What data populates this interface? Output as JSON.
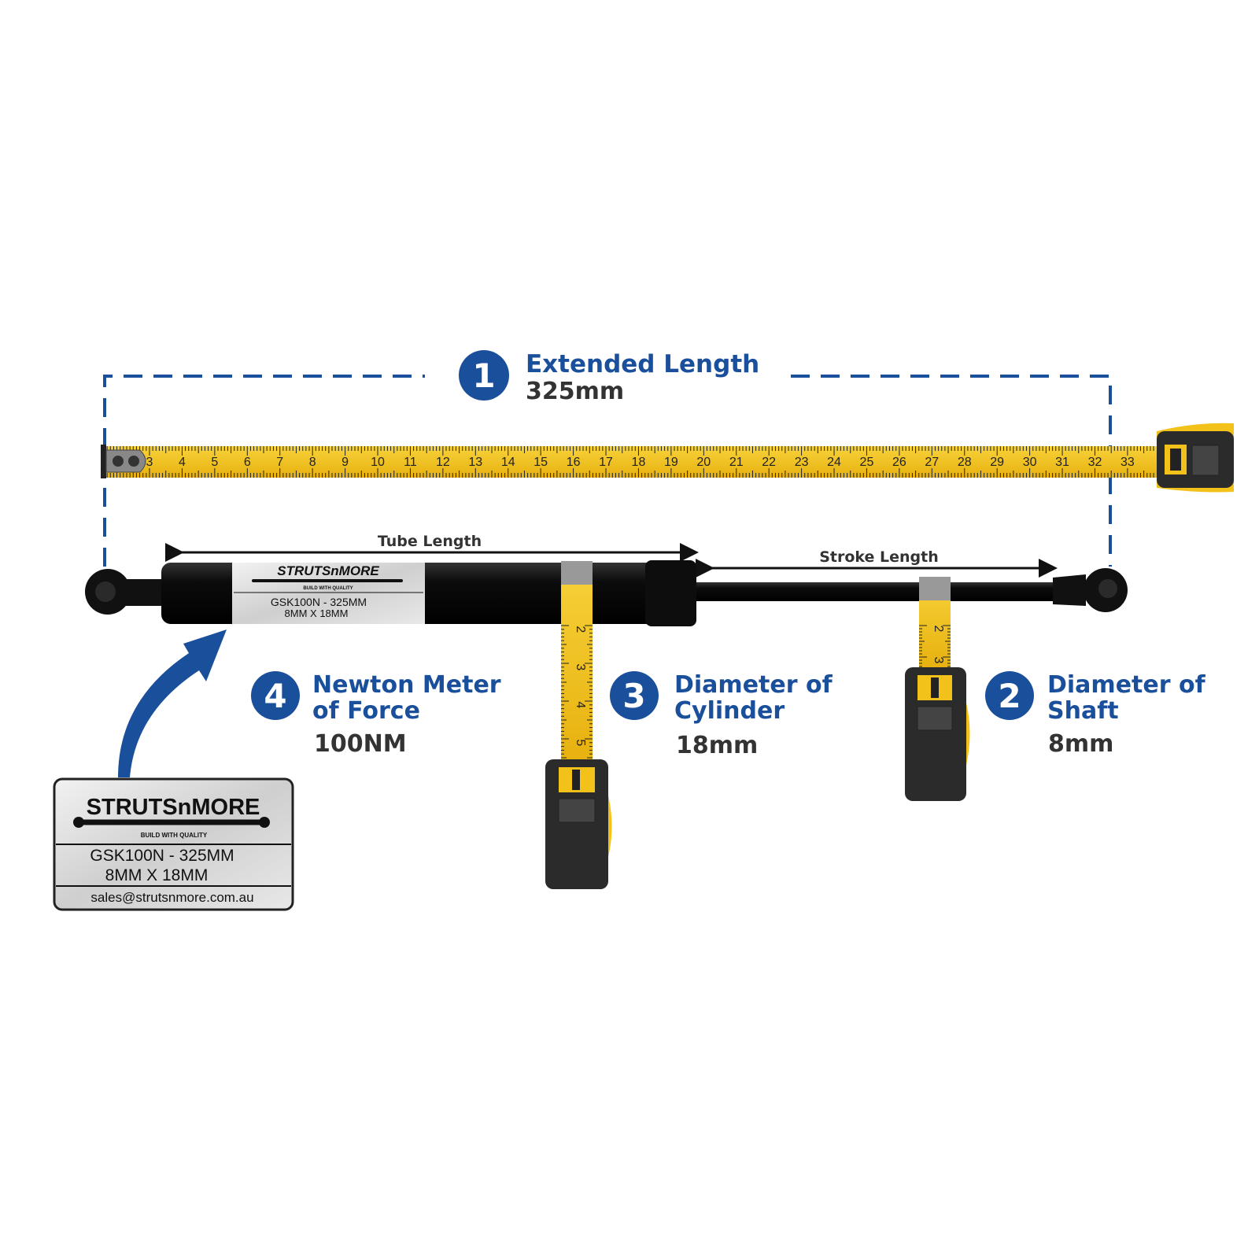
{
  "colors": {
    "accent_blue": "#1a4f9c",
    "tape_yellow": "#f2c21a",
    "text_dark": "#333333",
    "strut_black": "#111111"
  },
  "callouts": [
    {
      "number": "1",
      "title_line1": "Extended Length",
      "title_line2": "",
      "value": "325mm"
    },
    {
      "number": "2",
      "title_line1": "Diameter of",
      "title_line2": "Shaft",
      "value": "8mm"
    },
    {
      "number": "3",
      "title_line1": "Diameter of",
      "title_line2": "Cylinder",
      "value": "18mm"
    },
    {
      "number": "4",
      "title_line1": "Newton Meter",
      "title_line2": "of Force",
      "value": "100NM"
    }
  ],
  "dimensions": {
    "tube_length": "Tube Length",
    "stroke_length": "Stroke Length"
  },
  "tape_numbers": [
    "3",
    "4",
    "5",
    "6",
    "7",
    "8",
    "9",
    "10",
    "11",
    "12",
    "13",
    "14",
    "15",
    "16",
    "17",
    "18",
    "19",
    "20",
    "21",
    "22",
    "23",
    "24",
    "25",
    "26",
    "27",
    "28",
    "29",
    "30",
    "31",
    "32",
    "33"
  ],
  "tape_highlight": "10",
  "small_tape_cylinder": [
    "2",
    "3",
    "4",
    "5"
  ],
  "small_tape_shaft": [
    "2",
    "3"
  ],
  "label": {
    "brand": "STRUTSnMORE",
    "tagline": "BUILD WITH QUALITY",
    "model": "GSK100N - 325MM",
    "size": "8MM X 18MM",
    "email": "sales@strutsnmore.com.au"
  }
}
